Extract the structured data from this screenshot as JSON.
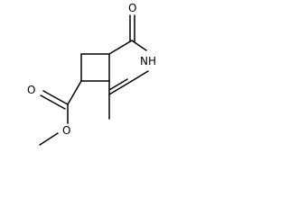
{
  "molecule": {
    "atoms": {
      "carbonyl_oxygen": "O",
      "ring_nitrogen": "NH",
      "ester_carbonyl_oxygen": "O",
      "ester_ether_oxygen": "O"
    },
    "colors": {
      "bond": "#000000",
      "label": "#000000",
      "background": "#ffffff"
    }
  }
}
